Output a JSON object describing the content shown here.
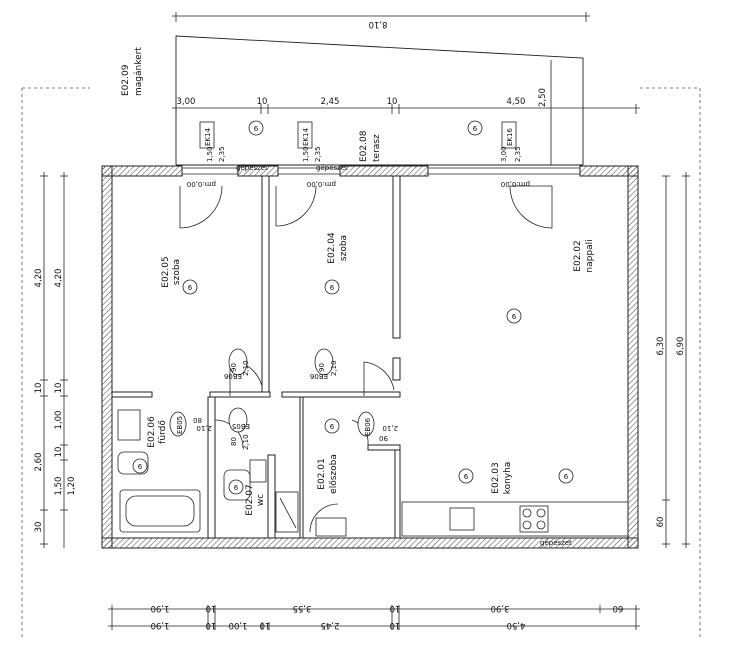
{
  "top_dims": {
    "overall": "8,10",
    "segments": [
      "3,00",
      "10",
      "2,45",
      "10",
      "4,50",
      "2,50"
    ]
  },
  "bottom_dims": {
    "row1": [
      "1,90",
      "10",
      "3,55",
      "10",
      "3,90",
      "60"
    ],
    "row2": [
      "1,90",
      "10",
      "1,00",
      "10",
      "2,45",
      "10",
      "4,50"
    ]
  },
  "left_dims": {
    "outer": [
      "4,20",
      "10",
      "2,60",
      "30"
    ],
    "inner": [
      "4,20",
      "10",
      "1,00",
      "10",
      "1,50",
      "1,20"
    ]
  },
  "right_dims": [
    "6,30",
    "6,90",
    "60"
  ],
  "rooms": [
    {
      "code": "E02.05",
      "name": "szoba"
    },
    {
      "code": "E02.04",
      "name": "szoba"
    },
    {
      "code": "E02.02",
      "name": "nappali"
    },
    {
      "code": "E02.03",
      "name": "konyha"
    },
    {
      "code": "E02.01",
      "name": "előszoba"
    },
    {
      "code": "E02.06",
      "name": "fürdő"
    },
    {
      "code": "E02.07",
      "name": "wc"
    },
    {
      "code": "E02.08",
      "name": "terasz"
    },
    {
      "code": "E02.09",
      "name": "magánkert"
    }
  ],
  "window_tags": [
    {
      "code": "EK14",
      "w": "1,50",
      "h": "2,35"
    },
    {
      "code": "EK14",
      "w": "1,50",
      "h": "2,35"
    },
    {
      "code": "EK16",
      "w": "3,00",
      "h": "2,35"
    }
  ],
  "door_tags": [
    {
      "code": "EB06",
      "w": "90",
      "h": "2,10"
    },
    {
      "code": "EB06",
      "w": "90",
      "h": "2,10"
    },
    {
      "code": "EB05",
      "w": "80",
      "h": "2,10"
    },
    {
      "code": "EB05",
      "w": "80",
      "h": "2,10"
    },
    {
      "code": "EB06",
      "w": "90",
      "h": "2,10"
    }
  ],
  "threshold_labels": [
    "pm:0,00",
    "pm:0,00",
    "pm:0,00"
  ],
  "floor_marker": "6",
  "pillar_label": "gépészet"
}
